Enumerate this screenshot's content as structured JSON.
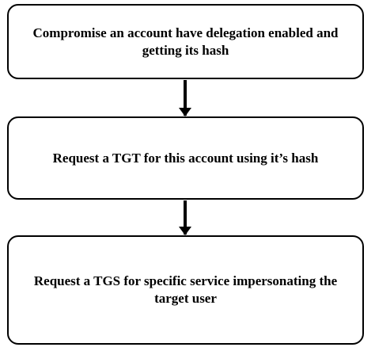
{
  "steps": [
    {
      "text": "Compromise an account have delegation enabled and getting its hash"
    },
    {
      "text": "Request a TGT for this account using it’s hash"
    },
    {
      "text": "Request a TGS for specific service impersonating the target user"
    }
  ]
}
